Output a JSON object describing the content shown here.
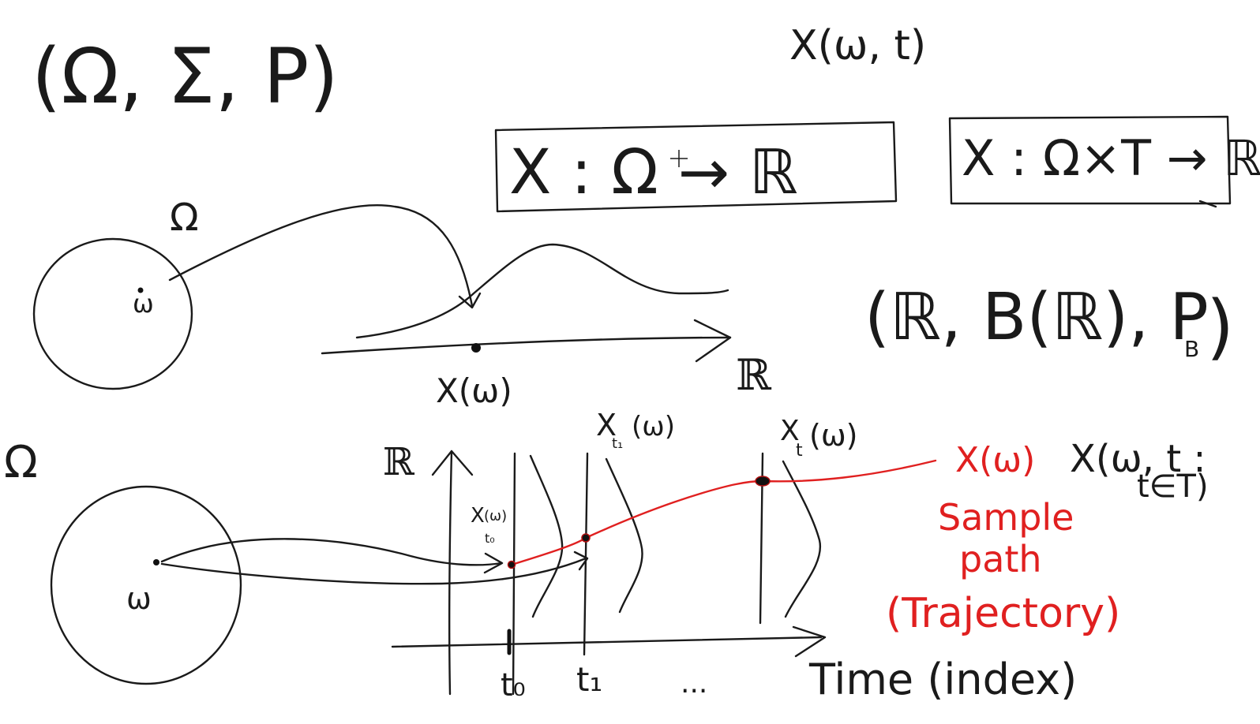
{
  "top": {
    "probability_space": "(Ω, Σ, P)",
    "process_notation": "X(ω, t)",
    "rv_definition": "X : Ω → ℝ",
    "process_definition": "X : Ω×T → ℝ"
  },
  "middle": {
    "omega_label": "Ω",
    "omega_point": "ω",
    "value_label": "X(ω)",
    "axis_label": "ℝ",
    "borel_space": "(ℝ, B(ℝ), P",
    "borel_subscript": "B"
  },
  "bottom": {
    "omega_label": "Ω",
    "omega_point": "ω",
    "vertical_axis_label": "ℝ",
    "xt0_label": "X",
    "xt0_arg": "(ω)",
    "xt0_sub": "t₀",
    "xt1_label": "X",
    "xt1_sub": "t₁",
    "xt1_arg": "(ω)",
    "xt_label": "X",
    "xt_sub": "t",
    "xt_arg": "(ω)",
    "sample_path_notation": "X(ω)",
    "process_notation_line1": "X(ω, t :",
    "process_notation_line2": "t∈T)",
    "sample_path_label_line1": "Sample",
    "sample_path_label_line2": "path",
    "trajectory_label": "(Trajectory)",
    "tick_t0": "t₀",
    "tick_t1": "t₁",
    "ellipsis": "...",
    "time_axis_label": "Time (index)"
  },
  "colors": {
    "ink": "#1a1a1a",
    "red_ink": "#e02020",
    "background": "#ffffff"
  }
}
